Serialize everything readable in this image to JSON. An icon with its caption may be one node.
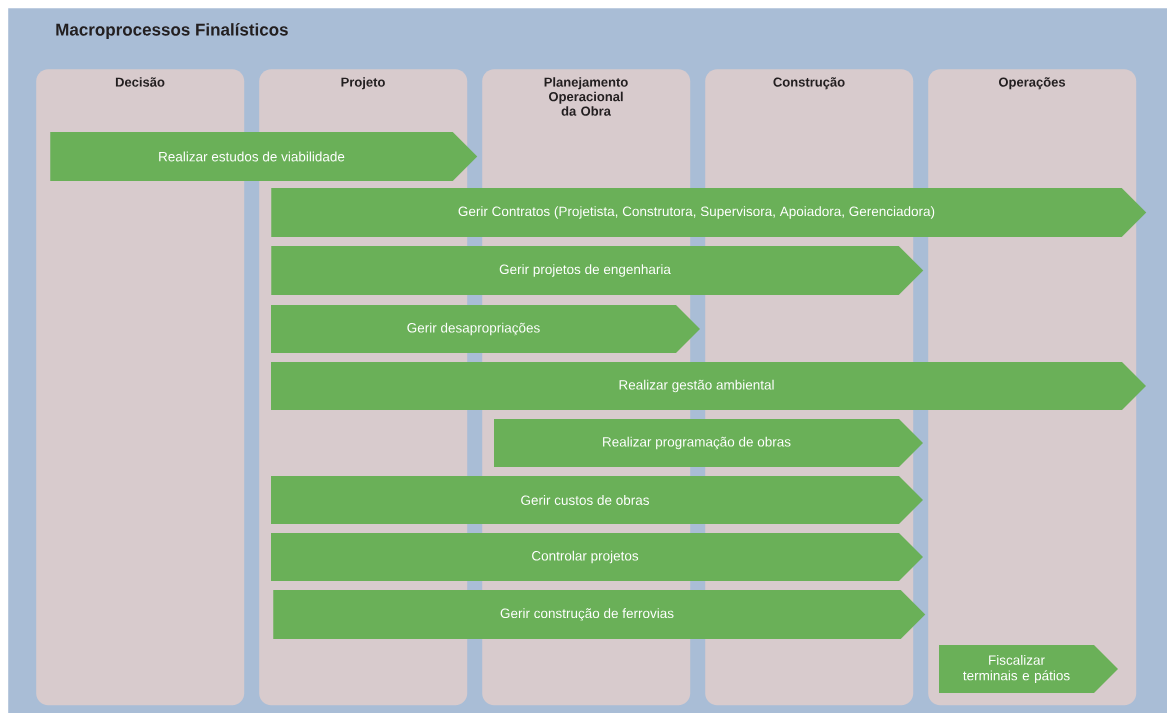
{
  "diagram": {
    "nodes": [
      {
        "text": [
          "Macroprocessos Finalísticos"
        ]
      },
      {
        "text": [
          "Decisão"
        ],
        "in": 0
      },
      {
        "text": [
          "Projeto"
        ],
        "in": 0
      },
      {
        "text": [
          "Planejamento Operacional da Obra"
        ],
        "in": 0
      },
      {
        "text": [
          "Construção"
        ],
        "in": 0
      },
      {
        "text": [
          "Operações"
        ],
        "in": 0
      },
      {
        "text": [
          "Realizar estudos de viabilidade"
        ],
        "in": 0
      },
      {
        "text": [
          "Gerir Contratos (Projetista, Construtora, Supervisora, Apoiadora, Gerenciadora)"
        ],
        "in": 0
      },
      {
        "text": [
          "Gerir projetos de engenharia"
        ],
        "in": 0
      },
      {
        "text": [
          "Gerir desapropriações"
        ],
        "in": 0
      },
      {
        "text": [
          "Realizar gestão ambiental"
        ],
        "in": 0
      },
      {
        "text": [
          "Realizar programação de obras"
        ],
        "in": 0
      },
      {
        "text": [
          "Gerir custos de obras"
        ],
        "in": 0
      },
      {
        "text": [
          "Controlar projetos"
        ],
        "in": 0
      },
      {
        "text": [
          "Gerir construção de ferrovias"
        ],
        "in": 0
      },
      {
        "text": [
          "Fiscalizar terminais e pátios"
        ],
        "in": 5
      }
    ]
  }
}
